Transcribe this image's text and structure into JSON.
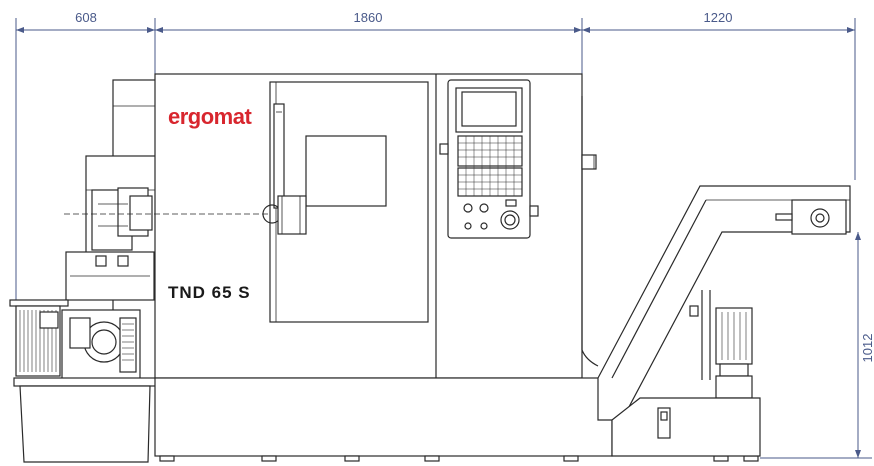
{
  "dimensions": {
    "width_left": "608",
    "width_center": "1860",
    "width_right": "1220",
    "height_right": "1012"
  },
  "machine": {
    "brand": "ergomat",
    "model": "TND 65 S"
  },
  "colors": {
    "brand_red": "#d8262e",
    "dimension_blue": "#4a5a8a",
    "line": "#2a2a2a"
  }
}
